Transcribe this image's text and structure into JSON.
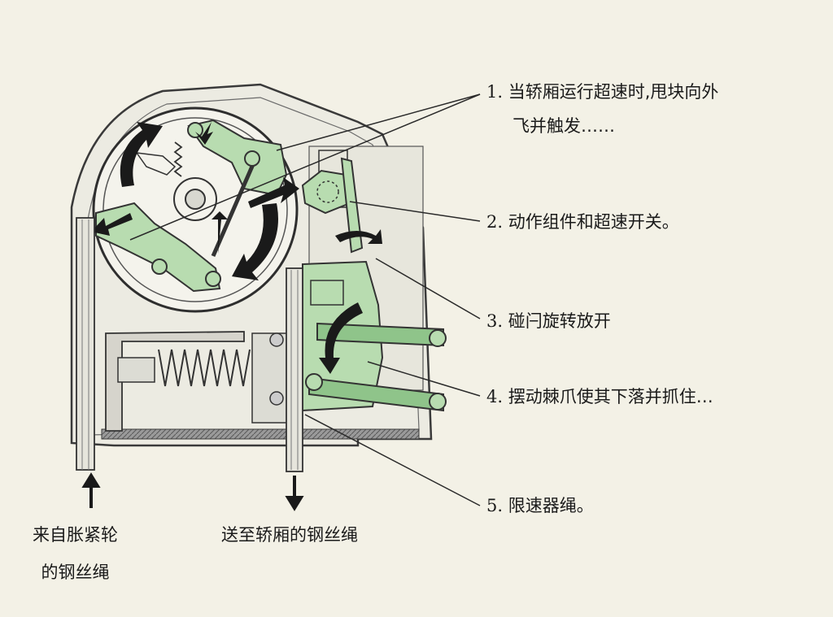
{
  "labels": [
    {
      "num": "1.",
      "line1": "当轿厢运行超速时,甩块向外",
      "line2": "飞并触发……"
    },
    {
      "num": "2.",
      "line1": "动作组件和超速开关。"
    },
    {
      "num": "3.",
      "line1": "碰闩旋转放开"
    },
    {
      "num": "4.",
      "line1": "摆动棘爪使其下落并抓住…"
    },
    {
      "num": "5.",
      "line1": "限速器绳。"
    }
  ],
  "bottom_left": {
    "line1": "来自胀紧轮",
    "line2": "的钢丝绳"
  },
  "bottom_mid": {
    "line1": "送至轿厢的钢丝绳"
  },
  "colors": {
    "background": "#f3f1e6",
    "component_green": "#b8dcb0",
    "component_green_dark": "#8fc48a",
    "housing": "#eceae0",
    "outline": "#3a3a3a",
    "arrow": "#1a1a1a"
  }
}
